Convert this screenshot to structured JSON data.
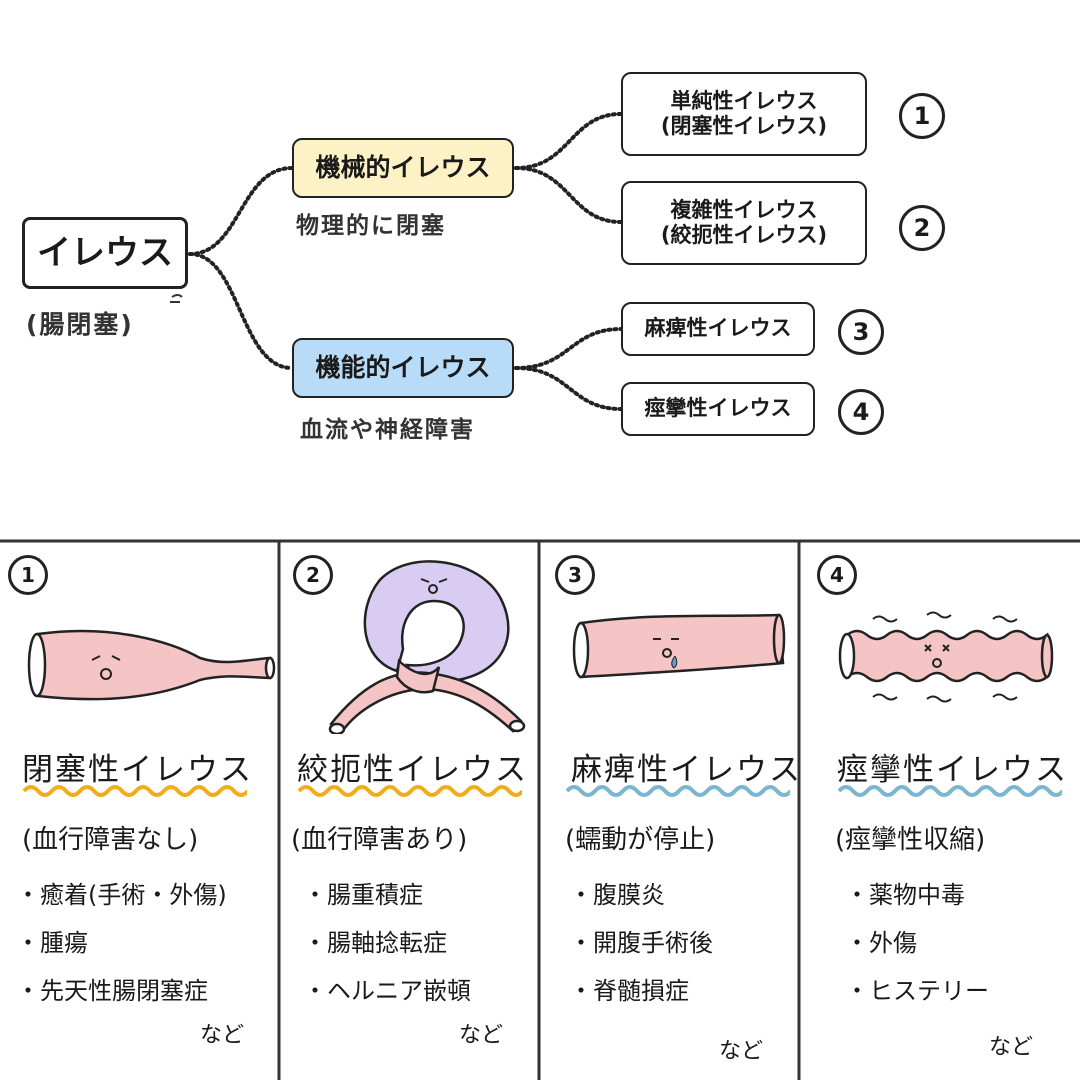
{
  "tree": {
    "root": {
      "label": "イレウス",
      "note": "(腸閉塞)"
    },
    "mechanical": {
      "label": "機械的イレウス",
      "note": "物理的に閉塞"
    },
    "functional": {
      "label": "機能的イレウス",
      "note": "血流や神経障害"
    },
    "leaves": [
      {
        "line1": "単純性イレウス",
        "line2": "(閉塞性イレウス)",
        "number": "1"
      },
      {
        "line1": "複雑性イレウス",
        "line2": "(絞扼性イレウス)",
        "number": "2"
      },
      {
        "line1": "麻痺性イレウス",
        "line2": "",
        "number": "3"
      },
      {
        "line1": "痙攣性イレウス",
        "line2": "",
        "number": "4"
      }
    ]
  },
  "panels": [
    {
      "number": "1",
      "title": "閉塞性イレウス",
      "subtitle": "(血行障害なし)",
      "items": [
        "・癒着(手術・外傷)",
        "・腫瘍",
        "・先天性腸閉塞症"
      ],
      "more": "など",
      "wave_color": "#f0ae1a"
    },
    {
      "number": "2",
      "title": "絞扼性イレウス",
      "subtitle": "(血行障害あり)",
      "items": [
        "・腸重積症",
        "・腸軸捻転症",
        "・ヘルニア嵌頓"
      ],
      "more": "など",
      "wave_color": "#f0ae1a"
    },
    {
      "number": "3",
      "title": "麻痺性イレウス",
      "subtitle": "(蠕動が停止)",
      "items": [
        "・腹膜炎",
        "・開腹手術後",
        "・脊髄損症"
      ],
      "more": "など",
      "wave_color": "#7ab6d0"
    },
    {
      "number": "4",
      "title": "痙攣性イレウス",
      "subtitle": "(痙攣性収縮)",
      "items": [
        "・薬物中毒",
        "・外傷",
        "・ヒステリー"
      ],
      "more": "など",
      "wave_color": "#7ab6d0"
    }
  ],
  "colors": {
    "mechanical_fill": "#fdf2c6",
    "functional_fill": "#b8dcf7",
    "intestine_fill": "#f5c4c4",
    "twist_fill": "#d9ccf2"
  }
}
